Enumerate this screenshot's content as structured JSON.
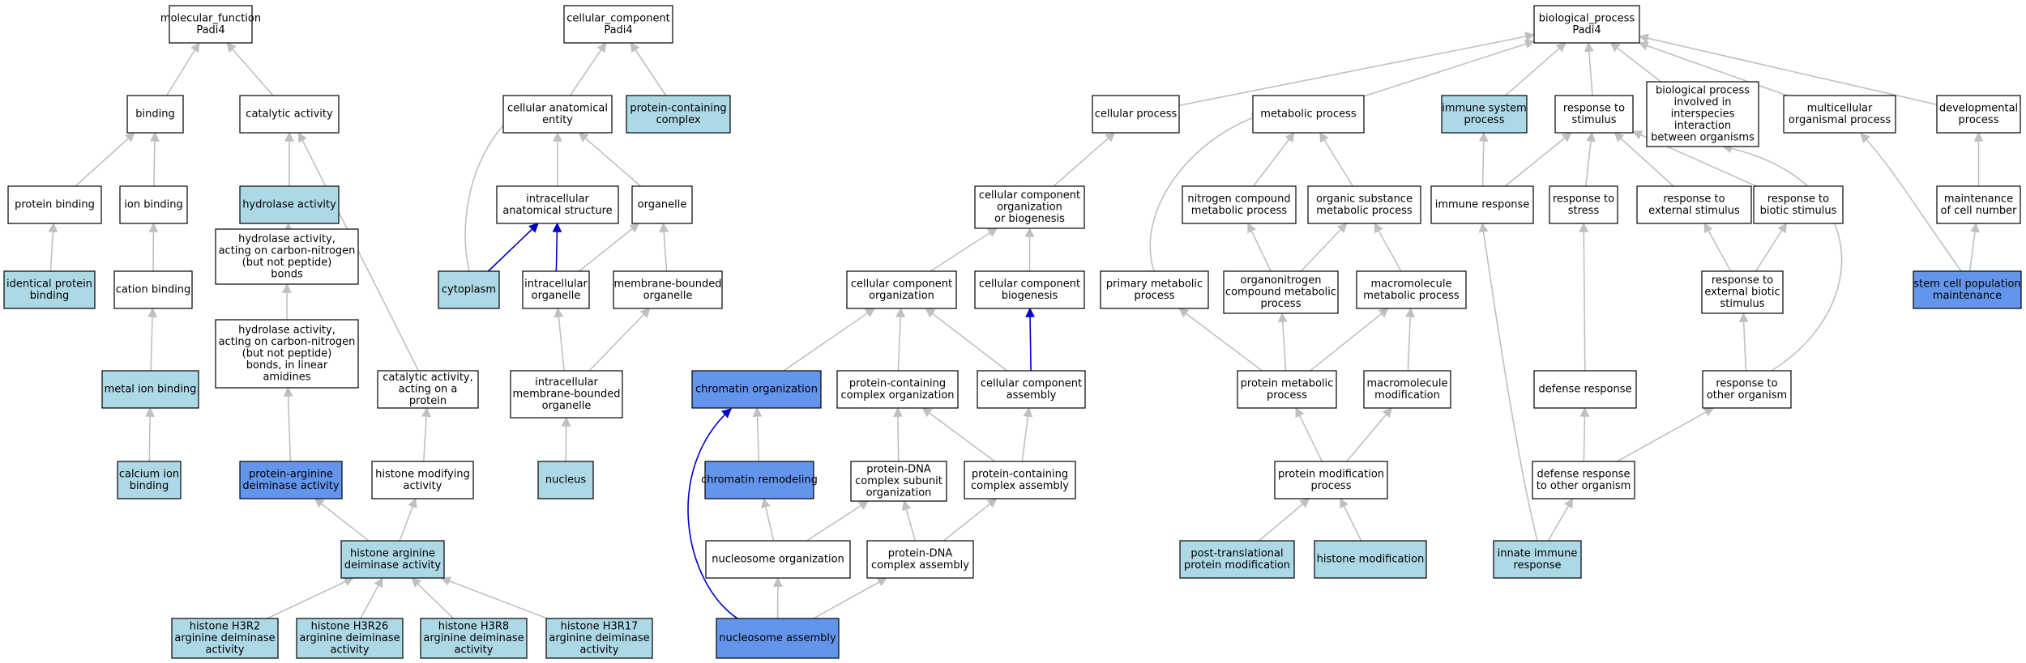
{
  "palette": {
    "default": "#ffffff",
    "light": "#add8e6",
    "strong": "#6495ed",
    "edge_gray": "#c0c0c0",
    "edge_blue": "#0000cd"
  },
  "nodes": [
    {
      "id": "mf",
      "lines": [
        "molecular_function",
        "Padi4"
      ],
      "fill": "default"
    },
    {
      "id": "binding",
      "lines": [
        "binding"
      ],
      "fill": "default"
    },
    {
      "id": "catalytic",
      "lines": [
        "catalytic activity"
      ],
      "fill": "default"
    },
    {
      "id": "protbind",
      "lines": [
        "protein binding"
      ],
      "fill": "default"
    },
    {
      "id": "ionbind",
      "lines": [
        "ion binding"
      ],
      "fill": "default"
    },
    {
      "id": "hydrolase",
      "lines": [
        "hydrolase activity"
      ],
      "fill": "light"
    },
    {
      "id": "identprot",
      "lines": [
        "identical protein",
        "binding"
      ],
      "fill": "light"
    },
    {
      "id": "cationbind",
      "lines": [
        "cation binding"
      ],
      "fill": "default"
    },
    {
      "id": "hydrocn",
      "lines": [
        "hydrolase activity,",
        "acting on carbon-nitrogen",
        "(but not peptide)",
        "bonds"
      ],
      "fill": "default"
    },
    {
      "id": "metalbind",
      "lines": [
        "metal ion binding"
      ],
      "fill": "light"
    },
    {
      "id": "hydrocnlin",
      "lines": [
        "hydrolase activity,",
        "acting on carbon-nitrogen",
        "(but not peptide)",
        "bonds, in linear",
        "amidines"
      ],
      "fill": "default"
    },
    {
      "id": "catprot",
      "lines": [
        "catalytic activity,",
        "acting on a",
        "protein"
      ],
      "fill": "default"
    },
    {
      "id": "calcium",
      "lines": [
        "calcium ion",
        "binding"
      ],
      "fill": "light"
    },
    {
      "id": "pad",
      "lines": [
        "protein-arginine",
        "deiminase activity"
      ],
      "fill": "strong"
    },
    {
      "id": "histmod",
      "lines": [
        "histone modifying",
        "activity"
      ],
      "fill": "default"
    },
    {
      "id": "hada",
      "lines": [
        "histone arginine",
        "deiminase activity"
      ],
      "fill": "light"
    },
    {
      "id": "h3r2",
      "lines": [
        "histone H3R2",
        "arginine deiminase",
        "activity"
      ],
      "fill": "light"
    },
    {
      "id": "h3r26",
      "lines": [
        "histone H3R26",
        "arginine deiminase",
        "activity"
      ],
      "fill": "light"
    },
    {
      "id": "h3r8",
      "lines": [
        "histone H3R8",
        "arginine deiminase",
        "activity"
      ],
      "fill": "light"
    },
    {
      "id": "h3r17",
      "lines": [
        "histone H3R17",
        "arginine deiminase",
        "activity"
      ],
      "fill": "light"
    },
    {
      "id": "cc",
      "lines": [
        "cellular_component",
        "Padi4"
      ],
      "fill": "default"
    },
    {
      "id": "cae",
      "lines": [
        "cellular anatomical",
        "entity"
      ],
      "fill": "default"
    },
    {
      "id": "pcc",
      "lines": [
        "protein-containing",
        "complex"
      ],
      "fill": "light"
    },
    {
      "id": "ias",
      "lines": [
        "intracellular",
        "anatomical structure"
      ],
      "fill": "default"
    },
    {
      "id": "organelle",
      "lines": [
        "organelle"
      ],
      "fill": "default"
    },
    {
      "id": "cytoplasm",
      "lines": [
        "cytoplasm"
      ],
      "fill": "light"
    },
    {
      "id": "intraorg",
      "lines": [
        "intracellular",
        "organelle"
      ],
      "fill": "default"
    },
    {
      "id": "mbo",
      "lines": [
        "membrane-bounded",
        "organelle"
      ],
      "fill": "default"
    },
    {
      "id": "imbo",
      "lines": [
        "intracellular",
        "membrane-bounded",
        "organelle"
      ],
      "fill": "default"
    },
    {
      "id": "nucleus",
      "lines": [
        "nucleus"
      ],
      "fill": "light"
    },
    {
      "id": "ccob",
      "lines": [
        "cellular component",
        "organization",
        "or biogenesis"
      ],
      "fill": "default"
    },
    {
      "id": "cco",
      "lines": [
        "cellular component",
        "organization"
      ],
      "fill": "default"
    },
    {
      "id": "ccb",
      "lines": [
        "cellular component",
        "biogenesis"
      ],
      "fill": "default"
    },
    {
      "id": "chromorg",
      "lines": [
        "chromatin organization"
      ],
      "fill": "strong"
    },
    {
      "id": "pcco",
      "lines": [
        "protein-containing",
        "complex organization"
      ],
      "fill": "default"
    },
    {
      "id": "cca",
      "lines": [
        "cellular component",
        "assembly"
      ],
      "fill": "default"
    },
    {
      "id": "chromrem",
      "lines": [
        "chromatin remodeling"
      ],
      "fill": "strong"
    },
    {
      "id": "pdna",
      "lines": [
        "protein-DNA",
        "complex subunit",
        "organization"
      ],
      "fill": "default"
    },
    {
      "id": "pcca",
      "lines": [
        "protein-containing",
        "complex assembly"
      ],
      "fill": "default"
    },
    {
      "id": "nucorg",
      "lines": [
        "nucleosome organization"
      ],
      "fill": "default"
    },
    {
      "id": "pdnaca",
      "lines": [
        "protein-DNA",
        "complex assembly"
      ],
      "fill": "default"
    },
    {
      "id": "nucasm",
      "lines": [
        "nucleosome assembly"
      ],
      "fill": "strong"
    },
    {
      "id": "bp",
      "lines": [
        "biological_process",
        "Padi4"
      ],
      "fill": "default"
    },
    {
      "id": "cellproc",
      "lines": [
        "cellular process"
      ],
      "fill": "default"
    },
    {
      "id": "metproc",
      "lines": [
        "metabolic process"
      ],
      "fill": "default"
    },
    {
      "id": "immsys",
      "lines": [
        "immune system",
        "process"
      ],
      "fill": "light"
    },
    {
      "id": "respstim",
      "lines": [
        "response to",
        "stimulus"
      ],
      "fill": "default"
    },
    {
      "id": "interspecies",
      "lines": [
        "biological process",
        "involved in",
        "interspecies",
        "interaction",
        "between organisms"
      ],
      "fill": "default"
    },
    {
      "id": "multicell",
      "lines": [
        "multicellular",
        "organismal process"
      ],
      "fill": "default"
    },
    {
      "id": "devproc",
      "lines": [
        "developmental",
        "process"
      ],
      "fill": "default"
    },
    {
      "id": "ncmp",
      "lines": [
        "nitrogen compound",
        "metabolic process"
      ],
      "fill": "default"
    },
    {
      "id": "osmp",
      "lines": [
        "organic substance",
        "metabolic process"
      ],
      "fill": "default"
    },
    {
      "id": "immresp",
      "lines": [
        "immune response"
      ],
      "fill": "default"
    },
    {
      "id": "respstress",
      "lines": [
        "response to",
        "stress"
      ],
      "fill": "default"
    },
    {
      "id": "respext",
      "lines": [
        "response to",
        "external stimulus"
      ],
      "fill": "default"
    },
    {
      "id": "respbio",
      "lines": [
        "response to",
        "biotic stimulus"
      ],
      "fill": "default"
    },
    {
      "id": "maintcell",
      "lines": [
        "maintenance",
        "of cell number"
      ],
      "fill": "default"
    },
    {
      "id": "primmet",
      "lines": [
        "primary metabolic",
        "process"
      ],
      "fill": "default"
    },
    {
      "id": "oncmp",
      "lines": [
        "organonitrogen",
        "compound metabolic",
        "process"
      ],
      "fill": "default"
    },
    {
      "id": "macromet",
      "lines": [
        "macromolecule",
        "metabolic process"
      ],
      "fill": "default"
    },
    {
      "id": "respextbio",
      "lines": [
        "response to",
        "external biotic",
        "stimulus"
      ],
      "fill": "default"
    },
    {
      "id": "stemcell",
      "lines": [
        "stem cell population",
        "maintenance"
      ],
      "fill": "strong"
    },
    {
      "id": "protmet",
      "lines": [
        "protein metabolic",
        "process"
      ],
      "fill": "default"
    },
    {
      "id": "macromod",
      "lines": [
        "macromolecule",
        "modification"
      ],
      "fill": "default"
    },
    {
      "id": "defresp",
      "lines": [
        "defense response"
      ],
      "fill": "default"
    },
    {
      "id": "resporg",
      "lines": [
        "response to",
        "other organism"
      ],
      "fill": "default"
    },
    {
      "id": "protmod",
      "lines": [
        "protein modification",
        "process"
      ],
      "fill": "default"
    },
    {
      "id": "defother",
      "lines": [
        "defense response",
        "to other organism"
      ],
      "fill": "default"
    },
    {
      "id": "ptm",
      "lines": [
        "post-translational",
        "protein modification"
      ],
      "fill": "light"
    },
    {
      "id": "histmodif",
      "lines": [
        "histone modification"
      ],
      "fill": "light"
    },
    {
      "id": "innate",
      "lines": [
        "innate immune",
        "response"
      ],
      "fill": "light"
    }
  ],
  "edges": [
    {
      "from": "binding",
      "to": "mf",
      "color": "edge_gray"
    },
    {
      "from": "catalytic",
      "to": "mf",
      "color": "edge_gray"
    },
    {
      "from": "protbind",
      "to": "binding",
      "color": "edge_gray"
    },
    {
      "from": "ionbind",
      "to": "binding",
      "color": "edge_gray"
    },
    {
      "from": "hydrolase",
      "to": "catalytic",
      "color": "edge_gray"
    },
    {
      "from": "catprot",
      "to": "catalytic",
      "color": "edge_gray"
    },
    {
      "from": "identprot",
      "to": "protbind",
      "color": "edge_gray"
    },
    {
      "from": "cationbind",
      "to": "ionbind",
      "color": "edge_gray"
    },
    {
      "from": "hydrocn",
      "to": "hydrolase",
      "color": "edge_gray"
    },
    {
      "from": "metalbind",
      "to": "cationbind",
      "color": "edge_gray"
    },
    {
      "from": "hydrocnlin",
      "to": "hydrocn",
      "color": "edge_gray"
    },
    {
      "from": "calcium",
      "to": "metalbind",
      "color": "edge_gray"
    },
    {
      "from": "pad",
      "to": "hydrocnlin",
      "color": "edge_gray"
    },
    {
      "from": "histmod",
      "to": "catprot",
      "color": "edge_gray"
    },
    {
      "from": "hada",
      "to": "pad",
      "color": "edge_gray"
    },
    {
      "from": "hada",
      "to": "histmod",
      "color": "edge_gray"
    },
    {
      "from": "h3r2",
      "to": "hada",
      "color": "edge_gray"
    },
    {
      "from": "h3r26",
      "to": "hada",
      "color": "edge_gray"
    },
    {
      "from": "h3r8",
      "to": "hada",
      "color": "edge_gray"
    },
    {
      "from": "h3r17",
      "to": "hada",
      "color": "edge_gray"
    },
    {
      "from": "cae",
      "to": "cc",
      "color": "edge_gray"
    },
    {
      "from": "pcc",
      "to": "cc",
      "color": "edge_gray"
    },
    {
      "from": "ias",
      "to": "cae",
      "color": "edge_gray"
    },
    {
      "from": "organelle",
      "to": "cae",
      "color": "edge_gray"
    },
    {
      "from": "cytoplasm",
      "to": "cae",
      "color": "edge_gray",
      "curve": true
    },
    {
      "from": "cytoplasm",
      "to": "ias",
      "color": "edge_blue"
    },
    {
      "from": "intraorg",
      "to": "ias",
      "color": "edge_blue"
    },
    {
      "from": "intraorg",
      "to": "organelle",
      "color": "edge_gray"
    },
    {
      "from": "mbo",
      "to": "organelle",
      "color": "edge_gray"
    },
    {
      "from": "imbo",
      "to": "intraorg",
      "color": "edge_gray"
    },
    {
      "from": "imbo",
      "to": "mbo",
      "color": "edge_gray"
    },
    {
      "from": "nucleus",
      "to": "imbo",
      "color": "edge_gray"
    },
    {
      "from": "cco",
      "to": "ccob",
      "color": "edge_gray"
    },
    {
      "from": "ccb",
      "to": "ccob",
      "color": "edge_gray"
    },
    {
      "from": "ccob",
      "to": "cellproc",
      "color": "edge_gray"
    },
    {
      "from": "chromorg",
      "to": "cco",
      "color": "edge_gray"
    },
    {
      "from": "pcco",
      "to": "cco",
      "color": "edge_gray"
    },
    {
      "from": "cca",
      "to": "cco",
      "color": "edge_gray"
    },
    {
      "from": "cca",
      "to": "ccb",
      "color": "edge_blue"
    },
    {
      "from": "chromrem",
      "to": "chromorg",
      "color": "edge_gray"
    },
    {
      "from": "pdna",
      "to": "pcco",
      "color": "edge_gray"
    },
    {
      "from": "pcca",
      "to": "pcco",
      "color": "edge_gray"
    },
    {
      "from": "pcca",
      "to": "cca",
      "color": "edge_gray"
    },
    {
      "from": "nucorg",
      "to": "chromrem",
      "color": "edge_gray"
    },
    {
      "from": "nucorg",
      "to": "pdna",
      "color": "edge_gray"
    },
    {
      "from": "pdnaca",
      "to": "pdna",
      "color": "edge_gray"
    },
    {
      "from": "pdnaca",
      "to": "pcca",
      "color": "edge_gray"
    },
    {
      "from": "nucasm",
      "to": "nucorg",
      "color": "edge_gray"
    },
    {
      "from": "nucasm",
      "to": "pdnaca",
      "color": "edge_gray"
    },
    {
      "from": "nucasm",
      "to": "chromorg",
      "color": "edge_blue",
      "curve": true
    },
    {
      "from": "cellproc",
      "to": "bp",
      "color": "edge_gray"
    },
    {
      "from": "metproc",
      "to": "bp",
      "color": "edge_gray"
    },
    {
      "from": "immsys",
      "to": "bp",
      "color": "edge_gray"
    },
    {
      "from": "respstim",
      "to": "bp",
      "color": "edge_gray"
    },
    {
      "from": "interspecies",
      "to": "bp",
      "color": "edge_gray"
    },
    {
      "from": "multicell",
      "to": "bp",
      "color": "edge_gray"
    },
    {
      "from": "devproc",
      "to": "bp",
      "color": "edge_gray"
    },
    {
      "from": "ncmp",
      "to": "metproc",
      "color": "edge_gray"
    },
    {
      "from": "osmp",
      "to": "metproc",
      "color": "edge_gray"
    },
    {
      "from": "primmet",
      "to": "metproc",
      "color": "edge_gray",
      "curve": true
    },
    {
      "from": "oncmp",
      "to": "ncmp",
      "color": "edge_gray"
    },
    {
      "from": "oncmp",
      "to": "osmp",
      "color": "edge_gray"
    },
    {
      "from": "macromet",
      "to": "osmp",
      "color": "edge_gray"
    },
    {
      "from": "immresp",
      "to": "immsys",
      "color": "edge_gray"
    },
    {
      "from": "immresp",
      "to": "respstim",
      "color": "edge_gray"
    },
    {
      "from": "respstress",
      "to": "respstim",
      "color": "edge_gray"
    },
    {
      "from": "respext",
      "to": "respstim",
      "color": "edge_gray"
    },
    {
      "from": "respbio",
      "to": "respstim",
      "color": "edge_gray"
    },
    {
      "from": "respextbio",
      "to": "respext",
      "color": "edge_gray"
    },
    {
      "from": "respextbio",
      "to": "respbio",
      "color": "edge_gray"
    },
    {
      "from": "resporg",
      "to": "respextbio",
      "color": "edge_gray"
    },
    {
      "from": "resporg",
      "to": "interspecies",
      "color": "edge_gray",
      "curve": true
    },
    {
      "from": "maintcell",
      "to": "devproc",
      "color": "edge_gray"
    },
    {
      "from": "stemcell",
      "to": "maintcell",
      "color": "edge_gray"
    },
    {
      "from": "stemcell",
      "to": "multicell",
      "color": "edge_gray"
    },
    {
      "from": "protmet",
      "to": "primmet",
      "color": "edge_gray"
    },
    {
      "from": "protmet",
      "to": "oncmp",
      "color": "edge_gray"
    },
    {
      "from": "protmet",
      "to": "macromet",
      "color": "edge_gray"
    },
    {
      "from": "macromod",
      "to": "macromet",
      "color": "edge_gray"
    },
    {
      "from": "protmod",
      "to": "protmet",
      "color": "edge_gray"
    },
    {
      "from": "protmod",
      "to": "macromod",
      "color": "edge_gray"
    },
    {
      "from": "ptm",
      "to": "protmod",
      "color": "edge_gray"
    },
    {
      "from": "histmodif",
      "to": "protmod",
      "color": "edge_gray"
    },
    {
      "from": "defresp",
      "to": "respstress",
      "color": "edge_gray"
    },
    {
      "from": "defother",
      "to": "defresp",
      "color": "edge_gray"
    },
    {
      "from": "defother",
      "to": "resporg",
      "color": "edge_gray"
    },
    {
      "from": "innate",
      "to": "defother",
      "color": "edge_gray"
    },
    {
      "from": "innate",
      "to": "immresp",
      "color": "edge_gray"
    }
  ]
}
